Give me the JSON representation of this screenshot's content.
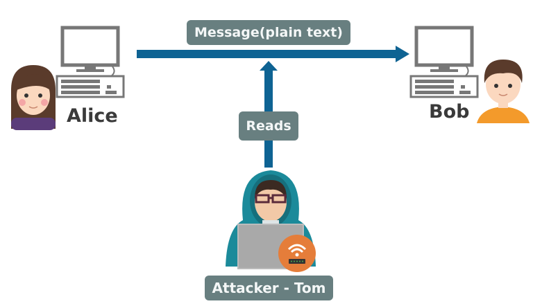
{
  "title": "Plain text message interception",
  "nodes": {
    "sender": {
      "name": "Alice",
      "role": "sender"
    },
    "receiver": {
      "name": "Bob",
      "role": "receiver"
    },
    "attacker": {
      "name": "Attacker - Tom",
      "role": "eavesdropper"
    }
  },
  "edges": {
    "message": {
      "label": "Message(plain text)",
      "from": "Alice",
      "to": "Bob"
    },
    "reads": {
      "label": "Reads",
      "from": "Attacker - Tom",
      "to": "message"
    }
  },
  "icons": {
    "alice_computer": "desktop-computer-icon",
    "bob_computer": "desktop-computer-icon",
    "router": "wifi-router-icon"
  },
  "colors": {
    "arrow": "#0e6393",
    "label_bg": "#687f80",
    "hood": "#1b8a9a",
    "router": "#e57d3a",
    "text": "#3a3a3a"
  }
}
